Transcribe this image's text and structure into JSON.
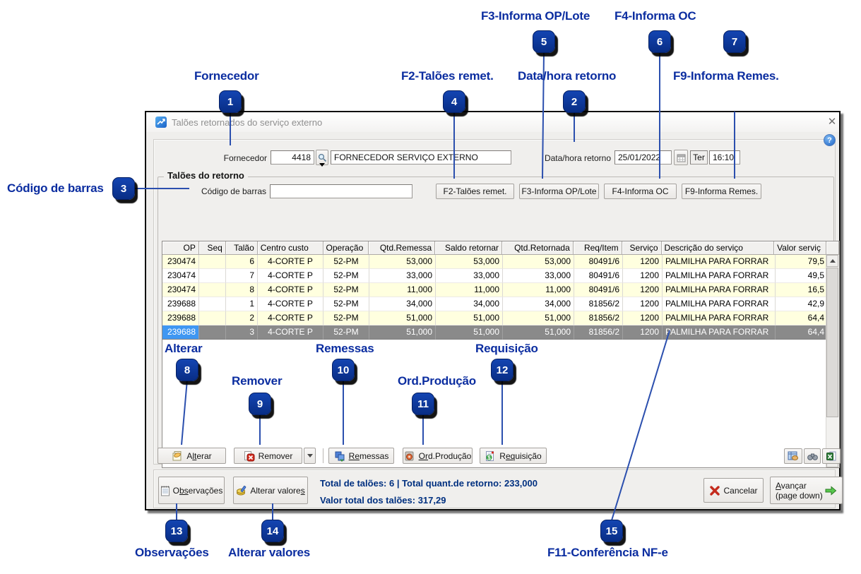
{
  "colors": {
    "annotation_text": "#0b2da0",
    "annotation_line": "#2b4fae",
    "badge_fill": "#0a3a9e",
    "row_yellow": "#ffffdf",
    "selected_row": "#8a8a8a",
    "selected_op_cell": "#3f97f2",
    "totals_text": "#003080"
  },
  "annotations": {
    "items": [
      {
        "num": "1",
        "label": "Fornecedor"
      },
      {
        "num": "2",
        "label": "Data/hora retorno"
      },
      {
        "num": "3",
        "label": "Código de barras"
      },
      {
        "num": "4",
        "label": "F2-Talões remet."
      },
      {
        "num": "5",
        "label": "F3-Informa OP/Lote"
      },
      {
        "num": "6",
        "label": "F4-Informa OC"
      },
      {
        "num": "7",
        "label": "F9-Informa Remes."
      },
      {
        "num": "8",
        "label": "Alterar"
      },
      {
        "num": "9",
        "label": "Remover"
      },
      {
        "num": "10",
        "label": "Remessas"
      },
      {
        "num": "11",
        "label": "Ord.Produção"
      },
      {
        "num": "12",
        "label": "Requisição"
      },
      {
        "num": "13",
        "label": "Observações"
      },
      {
        "num": "14",
        "label": "Alterar valores"
      },
      {
        "num": "15",
        "label": "F11-Conferência NF-e"
      }
    ]
  },
  "window": {
    "title": "Talões retornados do serviço externo",
    "close_glyph": "✕",
    "help_glyph": "?",
    "header": {
      "fornecedor_label": "Fornecedor",
      "fornecedor_code": "4418",
      "fornecedor_name": "FORNECEDOR SERVIÇO EXTERNO",
      "datahora_label": "Data/hora retorno",
      "date_value": "25/01/2022",
      "weekday": "Ter",
      "time_value": "16:10"
    },
    "groupbox": {
      "legend": "Talões do retorno",
      "barcode_label": "Código de barras",
      "barcode_value": "",
      "f2": "F2-Talões remet.",
      "f3": "F3-Informa OP/Lote",
      "f4": "F4-Informa OC",
      "f9": "F9-Informa Remes."
    },
    "table": {
      "columns": [
        "OP",
        "Seq",
        "Talão",
        "Centro custo",
        "Operação",
        "Qtd.Remessa",
        "Saldo retornar",
        "Qtd.Retornada",
        "Req/Item",
        "Serviço",
        "Descrição do serviço",
        "Valor serviç"
      ],
      "rows": [
        [
          "230474",
          "",
          "6",
          "4-CORTE P",
          "52-PM",
          "53,000",
          "53,000",
          "53,000",
          "80491/6",
          "1200",
          "PALMILHA PARA FORRAR",
          "79,5"
        ],
        [
          "230474",
          "",
          "7",
          "4-CORTE P",
          "52-PM",
          "33,000",
          "33,000",
          "33,000",
          "80491/6",
          "1200",
          "PALMILHA PARA FORRAR",
          "49,5"
        ],
        [
          "230474",
          "",
          "8",
          "4-CORTE P",
          "52-PM",
          "11,000",
          "11,000",
          "11,000",
          "80491/6",
          "1200",
          "PALMILHA PARA FORRAR",
          "16,5"
        ],
        [
          "239688",
          "",
          "1",
          "4-CORTE P",
          "52-PM",
          "34,000",
          "34,000",
          "34,000",
          "81856/2",
          "1200",
          "PALMILHA PARA FORRAR",
          "42,9"
        ],
        [
          "239688",
          "",
          "2",
          "4-CORTE P",
          "52-PM",
          "51,000",
          "51,000",
          "51,000",
          "81856/2",
          "1200",
          "PALMILHA PARA FORRAR",
          "64,4"
        ],
        [
          "239688",
          "",
          "3",
          "4-CORTE P",
          "52-PM",
          "51,000",
          "51,000",
          "51,000",
          "81856/2",
          "1200",
          "PALMILHA PARA FORRAR",
          "64,4"
        ]
      ],
      "selected_row_index": 5
    },
    "toolbar": {
      "alterar": {
        "label": "Alterar",
        "mnemonic": "lt"
      },
      "remover": {
        "label": "Remover"
      },
      "remessas": {
        "label": "Remessas",
        "mnemonic": "Re"
      },
      "ord_producao": {
        "label": "Ord.Produção",
        "mnemonic": "Or"
      },
      "requisicao": {
        "label": "Requisição",
        "mnemonic": "eq"
      }
    },
    "footer": {
      "observacoes": {
        "label": "Observações",
        "mnemonic": "bs"
      },
      "alterar_valores": {
        "label": "Alterar valores",
        "mnemonic": "s"
      },
      "total_line1": "Total de talões: 6 | Total quant.de retorno: 233,000",
      "total_line2": "Valor total dos talões: 317,29",
      "cancelar": {
        "label": "Cancelar"
      },
      "avancar": {
        "line1": "Avançar",
        "line2": "(page down)",
        "mnemonic": "A"
      }
    }
  }
}
